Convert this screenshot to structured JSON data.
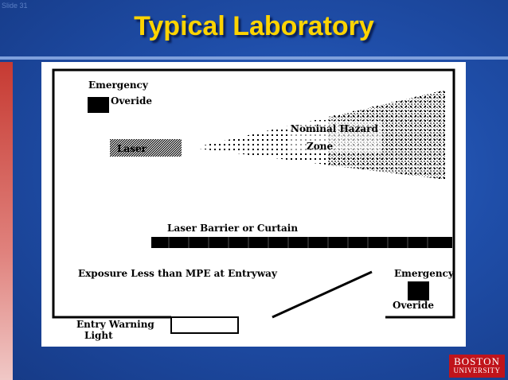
{
  "slide": {
    "number": "Slide 31",
    "title": "Typical Laboratory"
  },
  "diagram": {
    "emergency_top_line1": "Emergency",
    "emergency_top_line2": "Overide",
    "laser": "Laser",
    "hazard_line1": "Nominal Hazard",
    "hazard_line2": "Zone",
    "barrier": "Laser Barrier or Curtain",
    "exposure": "Exposure Less than MPE at Entryway",
    "emergency_right_line1": "Emergency",
    "emergency_right_line2": "Overide",
    "entry_line1": "Entry Warning",
    "entry_line2": "Light"
  },
  "logo": {
    "line1": "BOSTON",
    "line2": "UNIVERSITY"
  }
}
